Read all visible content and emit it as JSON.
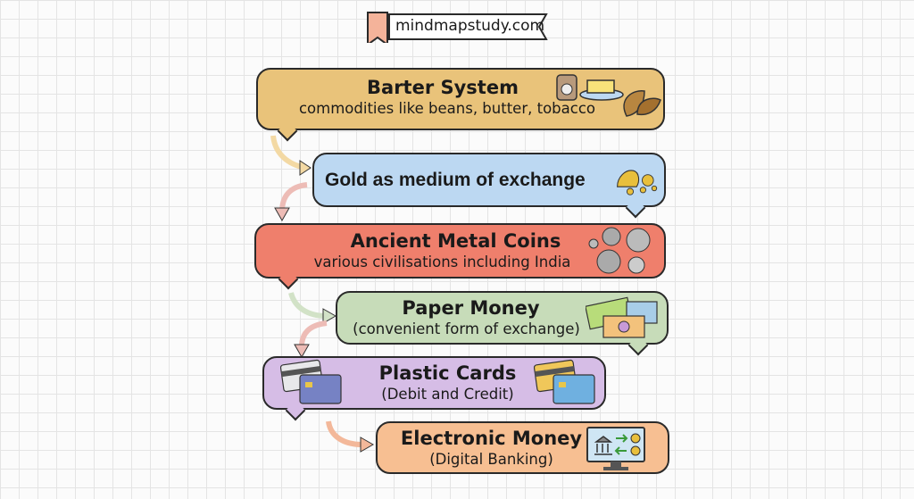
{
  "logo": {
    "text": "mindmapstudy.com"
  },
  "stages": [
    {
      "title": "Barter System",
      "subtitle": "commodities like beans, butter, tobacco",
      "color": "#e9c37a"
    },
    {
      "title": "Gold as medium of exchange",
      "color": "#bcd8f2"
    },
    {
      "title": "Ancient Metal Coins",
      "subtitle": "various civilisations including India",
      "color": "#ef7f6c"
    },
    {
      "title": "Paper Money",
      "subtitle": "(convenient form of exchange)",
      "color": "#c7dcb9"
    },
    {
      "title": "Plastic Cards",
      "subtitle": "(Debit and Credit)",
      "color": "#d6bde6"
    },
    {
      "title": "Electronic Money",
      "subtitle": "(Digital Banking)",
      "color": "#f7bf92"
    }
  ]
}
